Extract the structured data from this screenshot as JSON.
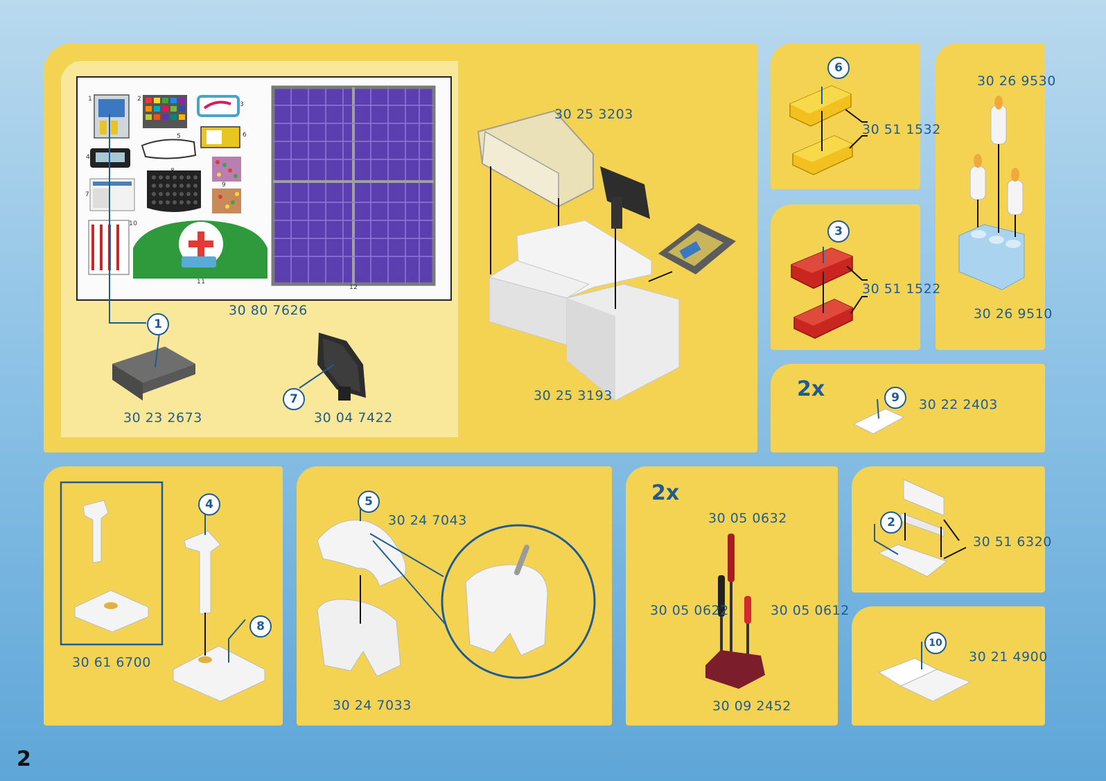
{
  "page": {
    "number": "2"
  },
  "colors": {
    "panel": "#f5d352",
    "panel_inner": "#f9e79a",
    "text": "#1e5c93",
    "background": "#8fc3e6"
  },
  "parts": {
    "sticker_sheet": "30 80 7626",
    "drawer": "30 23 2673",
    "monitor_small": "30 04 7422",
    "display_case": "30 25 3203",
    "counter": "30 25 3193",
    "yellow_block": "30 51 1532",
    "red_block": "30 51 1522",
    "candles": "30 26 9530",
    "candle_holder": "30 26 9510",
    "bag": "30 22 2403",
    "post_detail": "30 61 6700",
    "tooth_top": "30 24 7043",
    "tooth_base": "30 24 7033",
    "tool_red": "30 05 0632",
    "tool_black": "30 05 0622",
    "tool_red_small": "30 05 0612",
    "tool_holder": "30 09 2452",
    "shelf": "30 51 6320",
    "book": "30 21 4900"
  },
  "multipliers": {
    "bag": "2x",
    "tools": "2x"
  },
  "badges": {
    "b1": "1",
    "b2": "2",
    "b3": "3",
    "b4": "4",
    "b5": "5",
    "b6": "6",
    "b7": "7",
    "b8": "8",
    "b9": "9",
    "b10": "10"
  },
  "sticker_numbers": {
    "s1": "1",
    "s2": "2",
    "s3": "3",
    "s4": "4",
    "s5": "5",
    "s6": "6",
    "s7": "7",
    "s8": "8",
    "s9": "9",
    "s10": "10",
    "s11": "11",
    "s12": "12"
  }
}
